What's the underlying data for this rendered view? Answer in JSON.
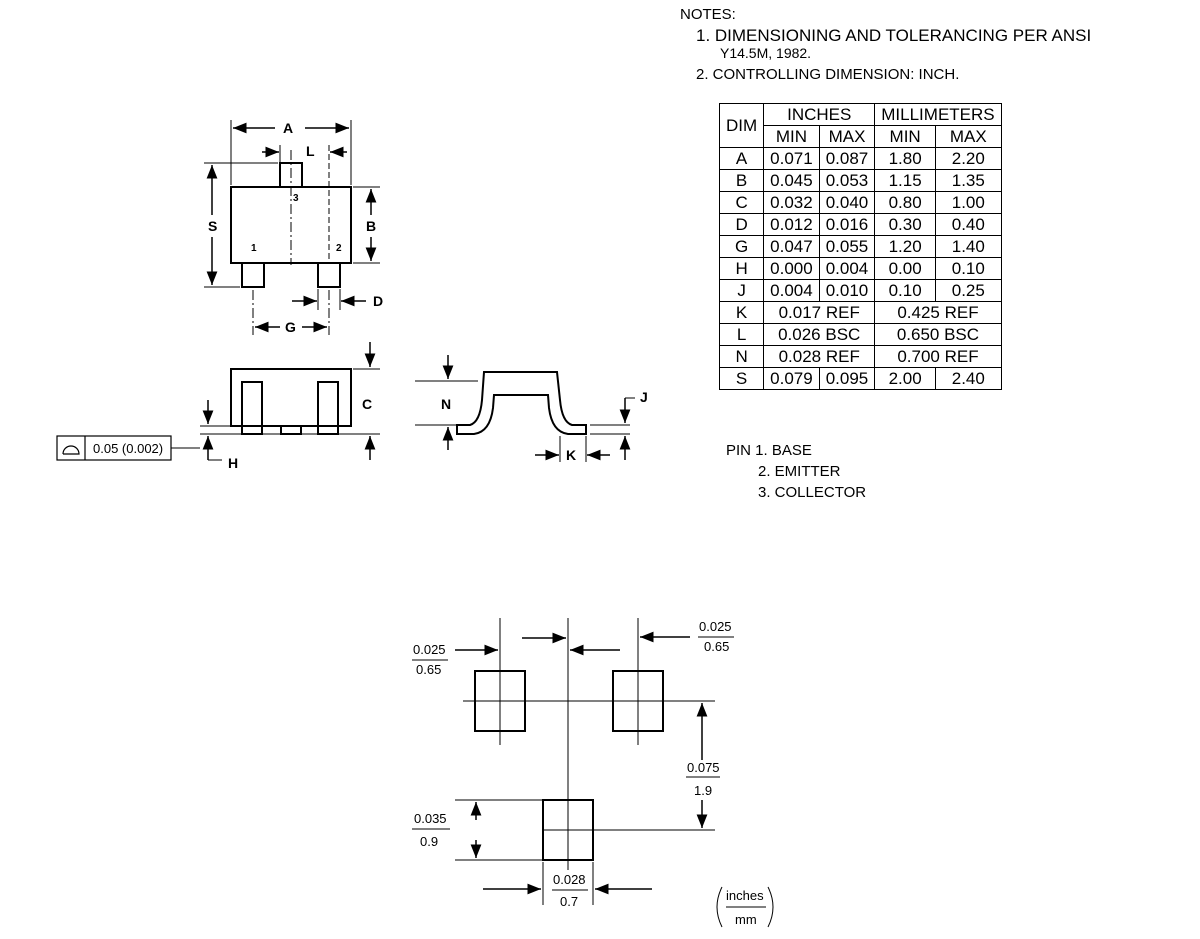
{
  "notes": {
    "heading": "NOTES:",
    "n1_line1": "1.  DIMENSIONING AND TOLERANCING PER ANSI",
    "n1_line2": "Y14.5M, 1982.",
    "n2": "2. CONTROLLING DIMENSION: INCH."
  },
  "table": {
    "dim_header": "DIM",
    "inches_header": "INCHES",
    "mm_header": "MILLIMETERS",
    "min": "MIN",
    "max": "MAX",
    "rows": [
      {
        "dim": "A",
        "in_min": "0.071",
        "in_max": "0.087",
        "mm_min": "1.80",
        "mm_max": "2.20"
      },
      {
        "dim": "B",
        "in_min": "0.045",
        "in_max": "0.053",
        "mm_min": "1.15",
        "mm_max": "1.35"
      },
      {
        "dim": "C",
        "in_min": "0.032",
        "in_max": "0.040",
        "mm_min": "0.80",
        "mm_max": "1.00"
      },
      {
        "dim": "D",
        "in_min": "0.012",
        "in_max": "0.016",
        "mm_min": "0.30",
        "mm_max": "0.40"
      },
      {
        "dim": "G",
        "in_min": "0.047",
        "in_max": "0.055",
        "mm_min": "1.20",
        "mm_max": "1.40"
      },
      {
        "dim": "H",
        "in_min": "0.000",
        "in_max": "0.004",
        "mm_min": "0.00",
        "mm_max": "0.10"
      },
      {
        "dim": "J",
        "in_min": "0.004",
        "in_max": "0.010",
        "mm_min": "0.10",
        "mm_max": "0.25"
      },
      {
        "dim": "K",
        "in_ref": "0.017 REF",
        "mm_ref": "0.425 REF"
      },
      {
        "dim": "L",
        "in_ref": "0.026 BSC",
        "mm_ref": "0.650 BSC"
      },
      {
        "dim": "N",
        "in_ref": "0.028 REF",
        "mm_ref": "0.700 REF"
      },
      {
        "dim": "S",
        "in_min": "0.079",
        "in_max": "0.095",
        "mm_min": "2.00",
        "mm_max": "2.40"
      }
    ]
  },
  "pins": {
    "p1": "PIN 1.  BASE",
    "p2": "2.  EMITTER",
    "p3": "3.  COLLECTOR"
  },
  "drawing": {
    "A": "A",
    "L": "L",
    "S": "S",
    "B": "B",
    "D": "D",
    "G": "G",
    "C": "C",
    "H": "H",
    "N": "N",
    "J": "J",
    "K": "K",
    "pin1": "1",
    "pin2": "2",
    "pin3": "3",
    "flatness": "0.05 (0.002)"
  },
  "footprint": {
    "left_in": "0.025",
    "left_mm": "0.65",
    "right_in": "0.025",
    "right_mm": "0.65",
    "vert_in": "0.075",
    "vert_mm": "1.9",
    "pad_h_in": "0.035",
    "pad_h_mm": "0.9",
    "pad_w_in": "0.028",
    "pad_w_mm": "0.7",
    "unit_top": "inches",
    "unit_bottom": "mm"
  }
}
